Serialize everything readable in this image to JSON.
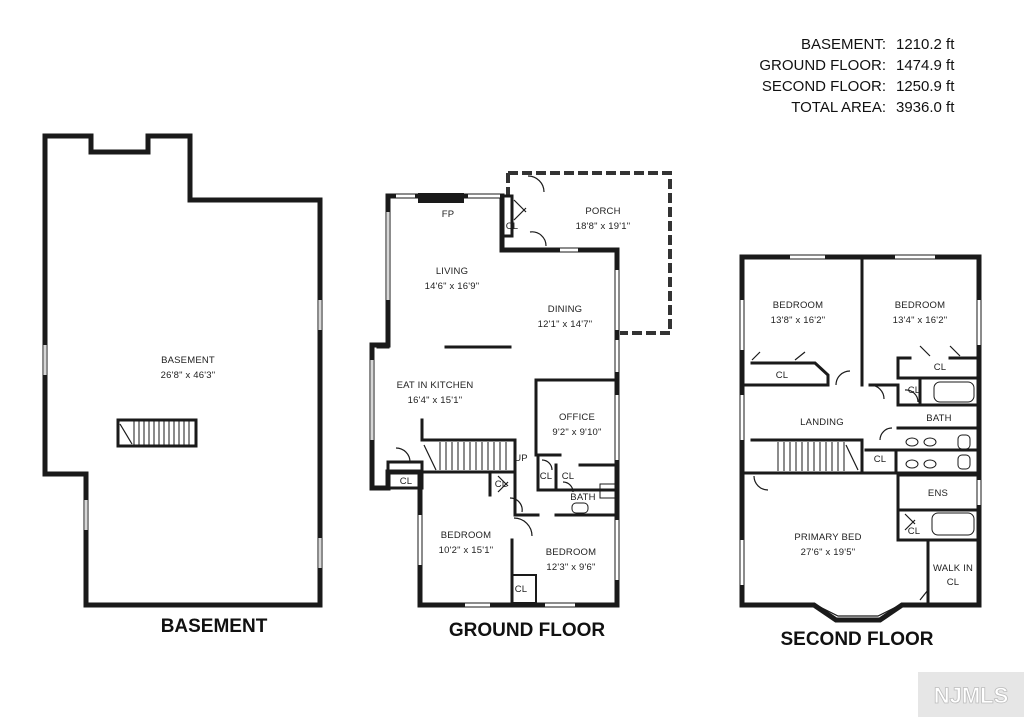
{
  "area_summary": [
    {
      "label": "BASEMENT:",
      "value": "1210.2 ft"
    },
    {
      "label": "GROUND FLOOR:",
      "value": "1474.9 ft"
    },
    {
      "label": "SECOND FLOOR:",
      "value": "1250.9 ft"
    },
    {
      "label": "TOTAL AREA:",
      "value": "3936.0 ft"
    }
  ],
  "floors": {
    "basement": {
      "title": "BASEMENT",
      "rooms": {
        "basement": {
          "name": "BASEMENT",
          "size": "26'8\" x 46'3\""
        }
      }
    },
    "ground": {
      "title": "GROUND FLOOR",
      "rooms": {
        "porch": {
          "name": "PORCH",
          "size": "18'8\" x 19'1\""
        },
        "living": {
          "name": "LIVING",
          "size": "14'6\" x 16'9\""
        },
        "dining": {
          "name": "DINING",
          "size": "12'1\" x 14'7\""
        },
        "kitchen": {
          "name": "EAT IN KITCHEN",
          "size": "16'4\" x 15'1\""
        },
        "office": {
          "name": "OFFICE",
          "size": "9'2\" x 9'10\""
        },
        "bedroom1": {
          "name": "BEDROOM",
          "size": "10'2\" x 15'1\""
        },
        "bedroom2": {
          "name": "BEDROOM",
          "size": "12'3\" x 9'6\""
        },
        "bath": {
          "name": "BATH"
        }
      },
      "labels": {
        "fp": "FP",
        "up": "UP",
        "cl": "CL"
      }
    },
    "second": {
      "title": "SECOND FLOOR",
      "rooms": {
        "bedroom1": {
          "name": "BEDROOM",
          "size": "13'8\" x 16'2\""
        },
        "bedroom2": {
          "name": "BEDROOM",
          "size": "13'4\" x 16'2\""
        },
        "landing": {
          "name": "LANDING"
        },
        "bath": {
          "name": "BATH"
        },
        "ens": {
          "name": "ENS"
        },
        "primary": {
          "name": "PRIMARY BED",
          "size": "27'6\" x 19'5\""
        },
        "walkin": {
          "name": "WALK IN",
          "name2": "CL"
        }
      },
      "labels": {
        "cl": "CL"
      }
    }
  },
  "watermark": "NJMLS"
}
